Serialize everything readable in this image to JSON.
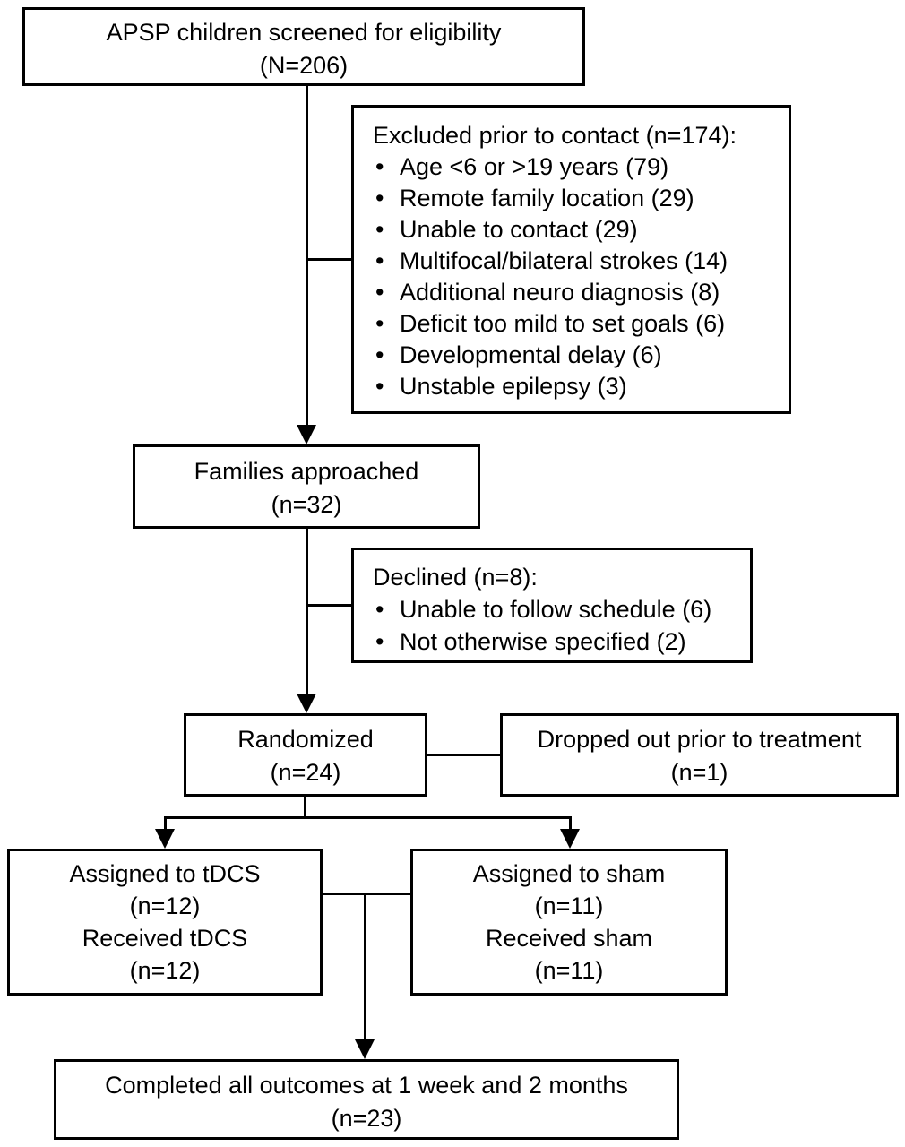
{
  "flowchart": {
    "screened": {
      "title": "APSP children screened for eligibility",
      "count": "(N=206)"
    },
    "excluded": {
      "title": "Excluded prior to contact (n=174):",
      "bullet_glyph": "•",
      "items": [
        "Age <6 or >19 years (79)",
        "Remote family location (29)",
        "Unable to contact (29)",
        "Multifocal/bilateral strokes (14)",
        "Additional neuro diagnosis (8)",
        "Deficit too mild to set goals (6)",
        "Developmental delay (6)",
        "Unstable epilepsy (3)"
      ]
    },
    "families": {
      "title": "Families approached",
      "count": "(n=32)"
    },
    "declined": {
      "title": "Declined (n=8):",
      "bullet_glyph": "•",
      "items": [
        "Unable to follow schedule (6)",
        "Not otherwise specified (2)"
      ]
    },
    "randomized": {
      "title": "Randomized",
      "count": "(n=24)"
    },
    "dropped": {
      "title": "Dropped out prior to treatment",
      "count": "(n=1)"
    },
    "tdcs": {
      "line1": "Assigned to tDCS",
      "line2": "(n=12)",
      "line3": "Received tDCS",
      "line4": "(n=12)"
    },
    "sham": {
      "line1": "Assigned to sham",
      "line2": "(n=11)",
      "line3": "Received sham",
      "line4": "(n=11)"
    },
    "completed": {
      "title": "Completed all outcomes at 1 week and 2 months",
      "count": "(n=23)"
    }
  },
  "colors": {
    "background": "#ffffff",
    "box_border": "#000000",
    "text": "#000000",
    "connector": "#000000"
  }
}
